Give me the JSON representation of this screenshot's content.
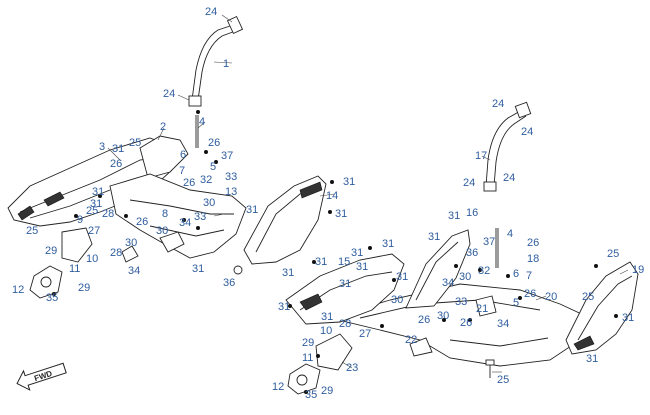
{
  "orientation": {
    "label": "FWD"
  },
  "callouts": [
    {
      "id": "c1",
      "text": "24"
    },
    {
      "id": "c2",
      "text": "1"
    },
    {
      "id": "c3",
      "text": "24"
    },
    {
      "id": "c4",
      "text": "4"
    },
    {
      "id": "c5",
      "text": "2"
    },
    {
      "id": "c6",
      "text": "3"
    },
    {
      "id": "c7",
      "text": "31"
    },
    {
      "id": "c8",
      "text": "25"
    },
    {
      "id": "c9",
      "text": "26"
    },
    {
      "id": "c10",
      "text": "6"
    },
    {
      "id": "c11",
      "text": "26"
    },
    {
      "id": "c12",
      "text": "37"
    },
    {
      "id": "c13",
      "text": "5"
    },
    {
      "id": "c14",
      "text": "7"
    },
    {
      "id": "c15",
      "text": "32"
    },
    {
      "id": "c16",
      "text": "26"
    },
    {
      "id": "c17",
      "text": "31"
    },
    {
      "id": "c18",
      "text": "33"
    },
    {
      "id": "c19",
      "text": "13"
    },
    {
      "id": "c20",
      "text": "30"
    },
    {
      "id": "c21",
      "text": "31"
    },
    {
      "id": "c22",
      "text": "9"
    },
    {
      "id": "c23",
      "text": "25"
    },
    {
      "id": "c24",
      "text": "28"
    },
    {
      "id": "c25",
      "text": "8"
    },
    {
      "id": "c26",
      "text": "26"
    },
    {
      "id": "c27",
      "text": "33"
    },
    {
      "id": "c28",
      "text": "34"
    },
    {
      "id": "c29",
      "text": "30"
    },
    {
      "id": "c30",
      "text": "25"
    },
    {
      "id": "c31",
      "text": "27"
    },
    {
      "id": "c32",
      "text": "30"
    },
    {
      "id": "c33",
      "text": "28"
    },
    {
      "id": "c34",
      "text": "29"
    },
    {
      "id": "c35",
      "text": "10"
    },
    {
      "id": "c36",
      "text": "11"
    },
    {
      "id": "c37",
      "text": "34"
    },
    {
      "id": "c38",
      "text": "31"
    },
    {
      "id": "c39",
      "text": "36"
    },
    {
      "id": "c40",
      "text": "12"
    },
    {
      "id": "c41",
      "text": "35"
    },
    {
      "id": "c42",
      "text": "29"
    },
    {
      "id": "c43",
      "text": "31"
    },
    {
      "id": "c44",
      "text": "14"
    },
    {
      "id": "c45",
      "text": "31"
    },
    {
      "id": "c46",
      "text": "31"
    },
    {
      "id": "c47",
      "text": "31"
    },
    {
      "id": "c48",
      "text": "31"
    },
    {
      "id": "c49",
      "text": "15"
    },
    {
      "id": "c50",
      "text": "31"
    },
    {
      "id": "c51",
      "text": "31"
    },
    {
      "id": "c52",
      "text": "31"
    },
    {
      "id": "c53",
      "text": "31"
    },
    {
      "id": "c54",
      "text": "31"
    },
    {
      "id": "c55",
      "text": "30"
    },
    {
      "id": "c56",
      "text": "31"
    },
    {
      "id": "c57",
      "text": "31"
    },
    {
      "id": "c58",
      "text": "28"
    },
    {
      "id": "c59",
      "text": "27"
    },
    {
      "id": "c60",
      "text": "10"
    },
    {
      "id": "c61",
      "text": "29"
    },
    {
      "id": "c62",
      "text": "23"
    },
    {
      "id": "c63",
      "text": "11"
    },
    {
      "id": "c64",
      "text": "12"
    },
    {
      "id": "c65",
      "text": "35"
    },
    {
      "id": "c66",
      "text": "29"
    },
    {
      "id": "c67",
      "text": "24"
    },
    {
      "id": "c68",
      "text": "24"
    },
    {
      "id": "c69",
      "text": "17"
    },
    {
      "id": "c70",
      "text": "24"
    },
    {
      "id": "c71",
      "text": "24"
    },
    {
      "id": "c72",
      "text": "31"
    },
    {
      "id": "c73",
      "text": "16"
    },
    {
      "id": "c74",
      "text": "31"
    },
    {
      "id": "c75",
      "text": "36"
    },
    {
      "id": "c76",
      "text": "37"
    },
    {
      "id": "c77",
      "text": "4"
    },
    {
      "id": "c78",
      "text": "26"
    },
    {
      "id": "c79",
      "text": "18"
    },
    {
      "id": "c80",
      "text": "30"
    },
    {
      "id": "c81",
      "text": "32"
    },
    {
      "id": "c82",
      "text": "6"
    },
    {
      "id": "c83",
      "text": "7"
    },
    {
      "id": "c84",
      "text": "34"
    },
    {
      "id": "c85",
      "text": "21"
    },
    {
      "id": "c86",
      "text": "5"
    },
    {
      "id": "c87",
      "text": "26"
    },
    {
      "id": "c88",
      "text": "20"
    },
    {
      "id": "c89",
      "text": "33"
    },
    {
      "id": "c90",
      "text": "30"
    },
    {
      "id": "c91",
      "text": "26"
    },
    {
      "id": "c92",
      "text": "26"
    },
    {
      "id": "c93",
      "text": "22"
    },
    {
      "id": "c94",
      "text": "34"
    },
    {
      "id": "c95",
      "text": "25"
    },
    {
      "id": "c96",
      "text": "19"
    },
    {
      "id": "c97",
      "text": "25"
    },
    {
      "id": "c98",
      "text": "31"
    },
    {
      "id": "c99",
      "text": "31"
    },
    {
      "id": "c100",
      "text": "25"
    }
  ]
}
